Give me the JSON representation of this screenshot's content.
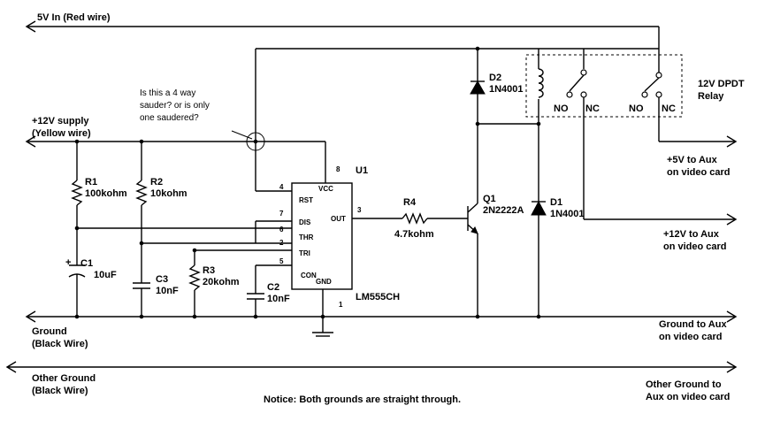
{
  "rails": {
    "top": "5V In (Red wire)",
    "supply": [
      "+12V supply",
      "(Yellow wire)"
    ],
    "ground": [
      "Ground",
      "(Black Wire)"
    ],
    "ground_out": [
      "Ground to Aux",
      "on video card"
    ],
    "other_ground": [
      "Other Ground",
      "(Black Wire)"
    ],
    "other_ground_out": [
      "Other Ground to",
      "Aux on video card"
    ],
    "out_5v": [
      "+5V to Aux",
      "on video card"
    ],
    "out_12v": [
      "+12V to Aux",
      "on video card"
    ]
  },
  "note": [
    "Is this a 4 way",
    "sauder? or is only",
    "one saudered?"
  ],
  "notice": "Notice: Both grounds are straight through.",
  "components": {
    "r1": {
      "ref": "R1",
      "value": "100kohm"
    },
    "r2": {
      "ref": "R2",
      "value": "10kohm"
    },
    "r3": {
      "ref": "R3",
      "value": "20kohm"
    },
    "r4": {
      "ref": "R4",
      "value": "4.7kohm"
    },
    "c1": {
      "ref": "C1",
      "value": "10uF"
    },
    "c2": {
      "ref": "C2",
      "value": "10nF"
    },
    "c3": {
      "ref": "C3",
      "value": "10nF"
    },
    "d1": {
      "ref": "D1",
      "value": "1N4001"
    },
    "d2": {
      "ref": "D2",
      "value": "1N4001"
    },
    "q1": {
      "ref": "Q1",
      "value": "2N2222A"
    },
    "u1": {
      "ref": "U1",
      "value": "LM555CH"
    },
    "relay": [
      "12V DPDT",
      "Relay"
    ]
  },
  "ic": {
    "pins": {
      "rst": "RST",
      "vcc": "VCC",
      "dis": "DIS",
      "thr": "THR",
      "tri": "TRI",
      "out": "OUT",
      "con": "CON",
      "gnd": "GND"
    },
    "pin_numbers": {
      "p4": "4",
      "p8": "8",
      "p7": "7",
      "p6": "6",
      "p2": "2",
      "p5": "5",
      "p3": "3",
      "p1": "1"
    }
  },
  "relay_contacts": {
    "no1": "NO",
    "nc1": "NC",
    "no2": "NO",
    "nc2": "NC"
  },
  "polarity_plus": "+"
}
